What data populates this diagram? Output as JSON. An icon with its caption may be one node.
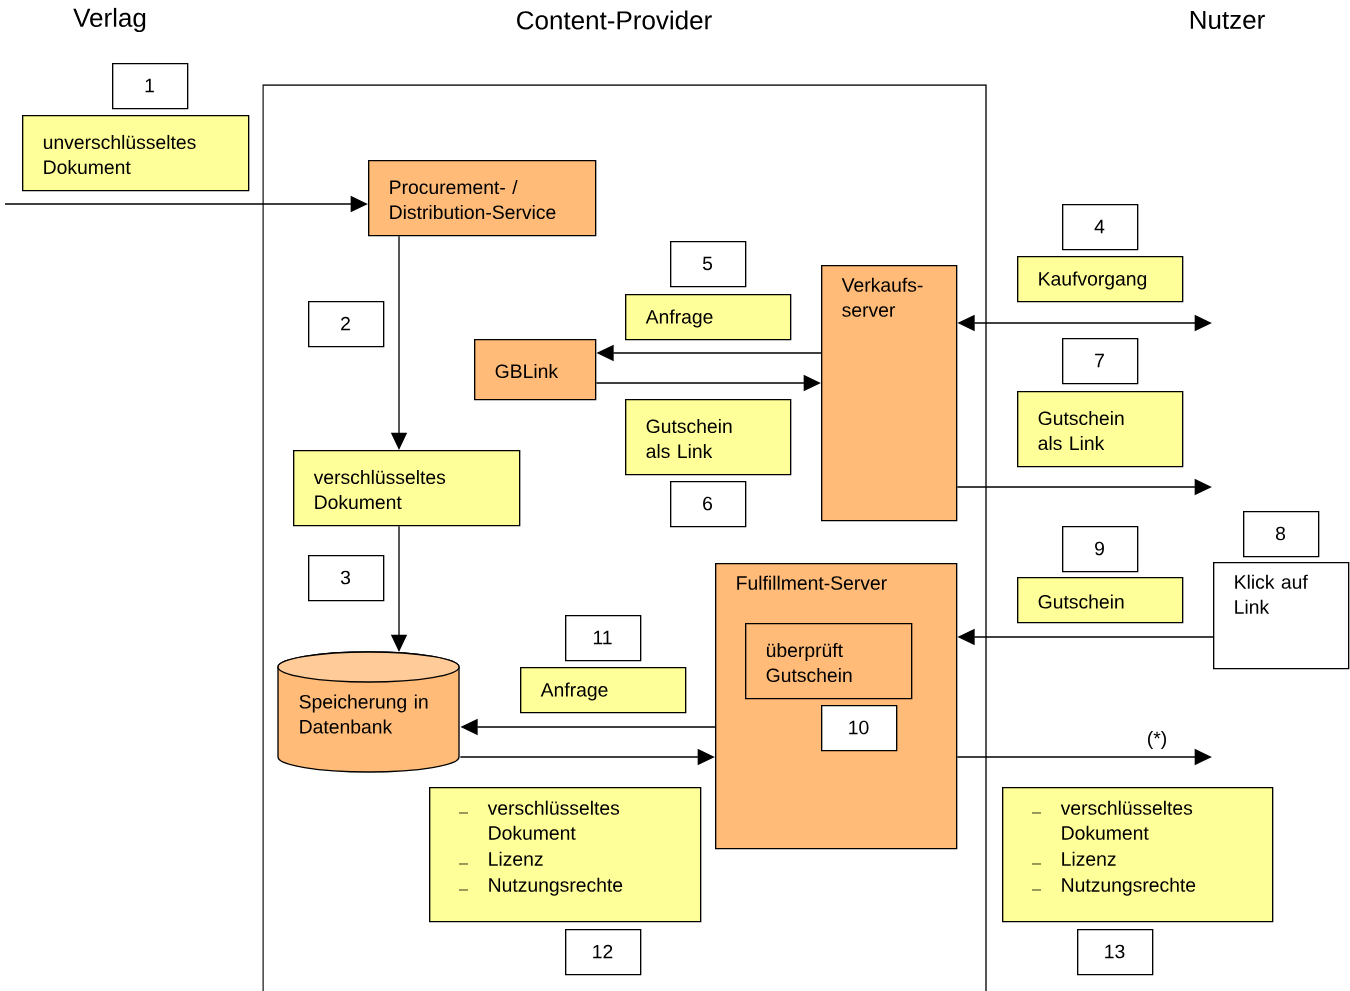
{
  "diagram": {
    "nodes": [
      {
        "text": [
          "1"
        ]
      },
      {
        "text": [
          "unverschlüsseltes Dokument"
        ]
      },
      {
        "text": [
          "Procurement- / Distribution-Service"
        ]
      },
      {
        "text": [
          "2"
        ]
      },
      {
        "text": [
          "verschlüsseltes Dokument"
        ]
      },
      {
        "text": [
          "3"
        ]
      },
      {
        "text": [
          "Speicherung in Datenbank"
        ]
      },
      {
        "text": [
          "5"
        ]
      },
      {
        "text": [
          "Anfrage"
        ]
      },
      {
        "text": [
          "GBLink"
        ]
      },
      {
        "text": [
          "Gutschein als Link"
        ]
      },
      {
        "text": [
          "6"
        ]
      },
      {
        "text": [
          "Verkaufs- server"
        ]
      },
      {
        "text": [
          "4"
        ]
      },
      {
        "text": [
          "Kaufvorgang"
        ]
      },
      {
        "text": [
          "7"
        ]
      },
      {
        "text": [
          "Gutschein als Link"
        ]
      },
      {
        "text": [
          "8"
        ]
      },
      {
        "text": [
          "Klick auf Link"
        ]
      },
      {
        "text": [
          "9"
        ]
      },
      {
        "text": [
          "Gutschein"
        ]
      },
      {
        "text": [
          "11"
        ]
      },
      {
        "text": [
          "Anfrage"
        ]
      },
      {
        "text": [
          "Fulfillment-Server"
        ]
      },
      {
        "text": [
          "überprüft Gutschein"
        ],
        "in": 23
      },
      {
        "text": [
          "10"
        ],
        "in": 23
      },
      {
        "text": [
          "verschlüsseltes Dokument",
          "Lizenz",
          "Nutzungsrechte"
        ]
      },
      {
        "text": [
          "12"
        ]
      },
      {
        "text": [
          "verschlüsseltes Dokument",
          "Lizenz",
          "Nutzungsrechte"
        ]
      },
      {
        "text": [
          "13"
        ]
      }
    ],
    "edges": [
      {
        "from": null,
        "to": 2,
        "arrow": "to"
      },
      {
        "from": 2,
        "to": 4,
        "arrow": "to"
      },
      {
        "from": 4,
        "to": 6,
        "arrow": "to"
      },
      {
        "from": 12,
        "to": 9,
        "arrow": "to"
      },
      {
        "from": 9,
        "to": 12,
        "arrow": "to"
      },
      {
        "from": 12,
        "to": null,
        "arrow": "both"
      },
      {
        "from": 12,
        "to": null,
        "arrow": "to"
      },
      {
        "from": 18,
        "to": 23,
        "arrow": "to"
      },
      {
        "from": 23,
        "to": 6,
        "arrow": "to"
      },
      {
        "from": 6,
        "to": 23,
        "arrow": "to"
      },
      {
        "from": 23,
        "to": null,
        "arrow": "to",
        "label": "(*)"
      }
    ],
    "labels": [
      "Verlag",
      "Content-Provider",
      "Nutzer"
    ]
  }
}
